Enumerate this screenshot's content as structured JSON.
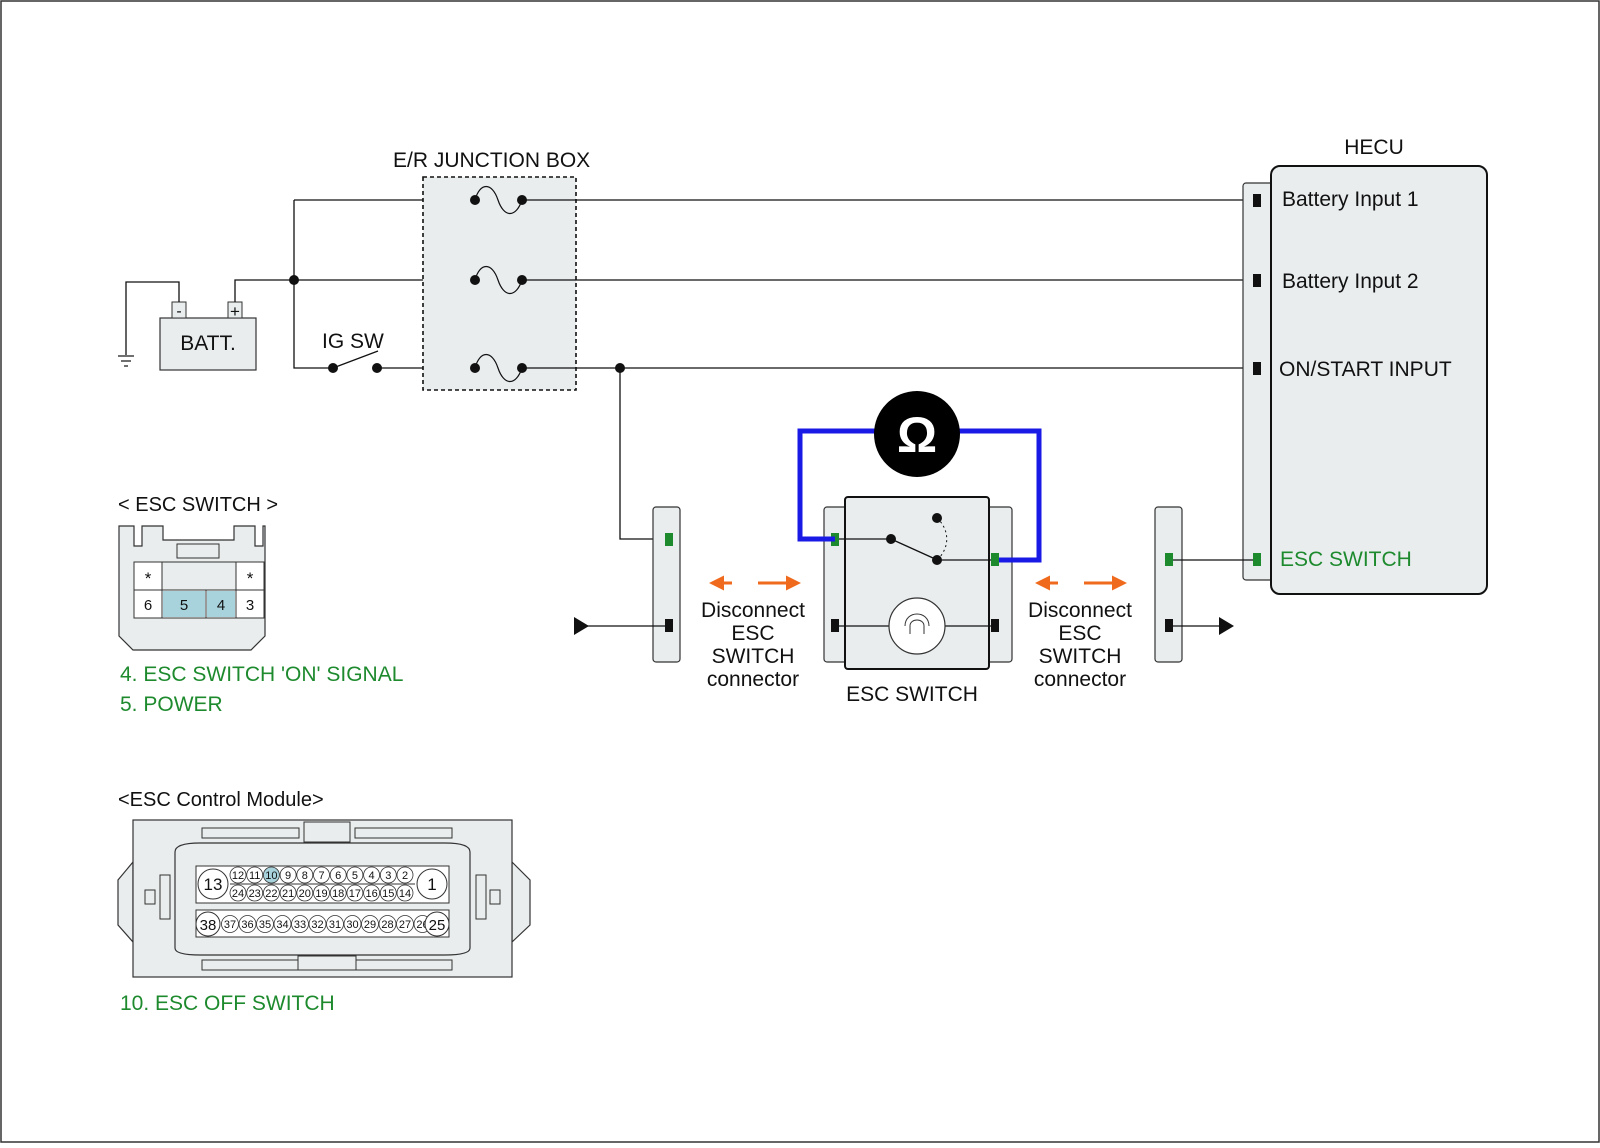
{
  "colors": {
    "box_fill": "#e9edee",
    "meter_wire": "#1a1ae6",
    "arrow": "#f06a1e",
    "pin_green": "#1e8a2e",
    "highlight_pin": "#a8d3dd",
    "label_green": "#1e8a2e"
  },
  "battery": {
    "label": "BATT.",
    "neg": "-",
    "pos": "+",
    "ground_icon": "ground-icon"
  },
  "ig_switch": {
    "label": "IG SW"
  },
  "junction_box": {
    "label": "E/R JUNCTION BOX"
  },
  "hecu": {
    "label": "HECU",
    "inputs": [
      "Battery Input 1",
      "Battery Input 2",
      "ON/START INPUT",
      "ESC SWITCH"
    ]
  },
  "meter": {
    "symbol": "Ω"
  },
  "esc_switch_block": {
    "label": "ESC SWITCH"
  },
  "disconnect_left": {
    "lines": [
      "Disconnect",
      "ESC",
      "SWITCH",
      "connector"
    ]
  },
  "disconnect_right": {
    "lines": [
      "Disconnect",
      "ESC",
      "SWITCH",
      "connector"
    ]
  },
  "esc_switch_connector": {
    "title": "< ESC SWITCH >",
    "top_row": [
      "*",
      "",
      "",
      "*"
    ],
    "bottom_row": [
      "6",
      "5",
      "4",
      "3"
    ],
    "highlighted": [
      "5",
      "4"
    ],
    "legend": [
      "4. ESC SWITCH 'ON' SIGNAL",
      "5. POWER"
    ]
  },
  "esc_module_connector": {
    "title": "<ESC Control Module>",
    "big_pins": [
      "13",
      "1",
      "38",
      "25"
    ],
    "row1": [
      "12",
      "11",
      "10",
      "9",
      "8",
      "7",
      "6",
      "5",
      "4",
      "3",
      "2"
    ],
    "row2": [
      "24",
      "23",
      "22",
      "21",
      "20",
      "19",
      "18",
      "17",
      "16",
      "15",
      "14"
    ],
    "row3": [
      "37",
      "36",
      "35",
      "34",
      "33",
      "32",
      "31",
      "30",
      "29",
      "28",
      "27",
      "26"
    ],
    "highlighted": [
      "10"
    ],
    "legend": [
      "10. ESC OFF SWITCH"
    ]
  }
}
